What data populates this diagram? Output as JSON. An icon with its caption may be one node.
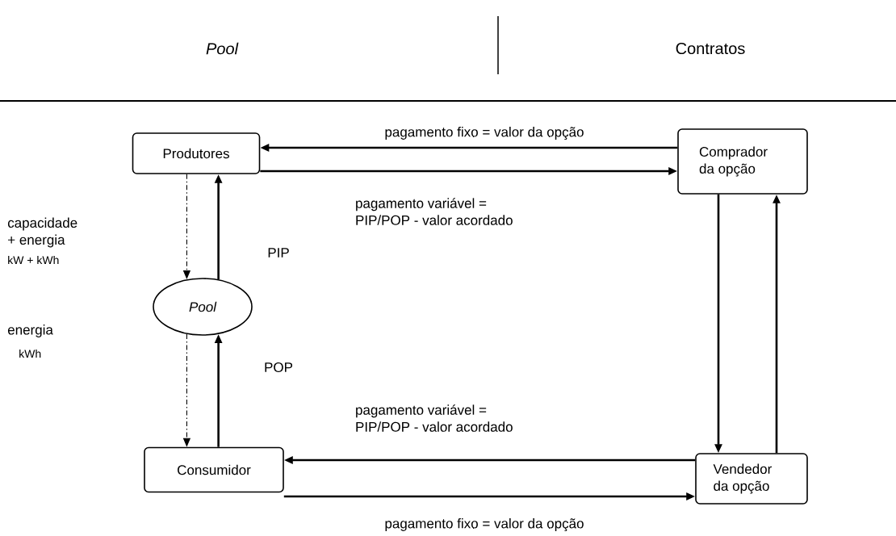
{
  "diagram": {
    "nodes": [
      {
        "text": [
          "Produtores"
        ]
      },
      {
        "text": [
          "Comprador da opção"
        ]
      },
      {
        "text": [
          "Pool"
        ]
      },
      {
        "text": [
          "Consumidor"
        ]
      },
      {
        "text": [
          "Vendedor da opção"
        ]
      }
    ],
    "edges": [
      {
        "from": 1,
        "to": 0,
        "arrow": "to",
        "label": "pagamento fixo = valor da opção"
      },
      {
        "from": 0,
        "to": 1,
        "arrow": "to",
        "label": "pagamento variável = PIP/POP - valor acordado"
      },
      {
        "from": 0,
        "to": 2,
        "arrow": "to",
        "style": "dashed"
      },
      {
        "from": 2,
        "to": 0,
        "arrow": "to",
        "label": "PIP"
      },
      {
        "from": 2,
        "to": 3,
        "arrow": "to",
        "style": "dashed"
      },
      {
        "from": 3,
        "to": 2,
        "arrow": "to",
        "label": "POP"
      },
      {
        "from": 1,
        "to": 4,
        "arrow": "to"
      },
      {
        "from": 4,
        "to": 1,
        "arrow": "to"
      },
      {
        "from": 4,
        "to": 3,
        "arrow": "to",
        "label": "pagamento variável = PIP/POP - valor acordado"
      },
      {
        "from": 3,
        "to": 4,
        "arrow": "to",
        "label": "pagamento fixo = valor da opção"
      }
    ],
    "labels": [
      "Pool",
      "Contratos",
      "capacidade + energia",
      "kW + kWh",
      "energia",
      "kWh"
    ]
  }
}
